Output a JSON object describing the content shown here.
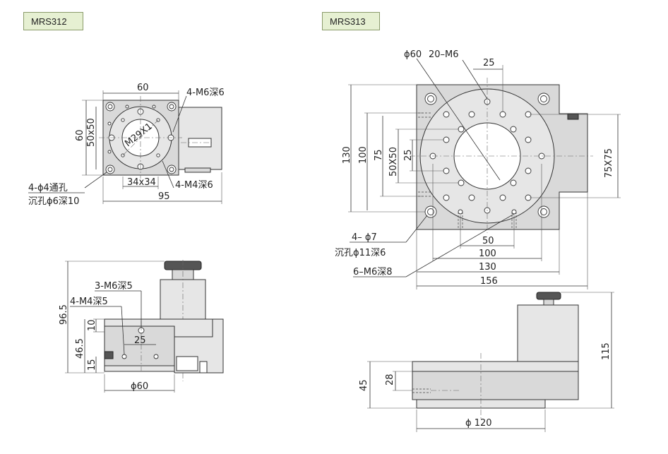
{
  "models": {
    "left": "MRS312",
    "right": "MRS313"
  },
  "mrs312": {
    "top": {
      "d_60_top": "60",
      "d_60_side": "60",
      "d_50x50": "50x50",
      "thread": "M29X1",
      "holes_m6": "4-M6深6",
      "holes_thru_1": "4-ϕ4通孔",
      "holes_thru_2": "沉孔ϕ6深10",
      "d_34x34": "34x34",
      "holes_m4": "4-M4深6",
      "d_95": "95"
    },
    "side": {
      "d_96_5": "96.5",
      "d_10": "10",
      "d_46_5": "46.5",
      "d_15": "15",
      "holes_m6": "3-M6深5",
      "holes_m4": "4-M4深5",
      "d_25": "25",
      "d_phi60": "ϕ60"
    }
  },
  "mrs313": {
    "top": {
      "phi60": "ϕ60",
      "holes_m6_20": "20–M6",
      "d_25_top": "25",
      "d_130": "130",
      "d_100": "100",
      "d_75": "75",
      "d_50x50": "50X50",
      "d_25_left": "25",
      "d_75x75": "75X75",
      "holes_phi7_1": "4– ϕ7",
      "holes_phi7_2": "沉孔ϕ11深6",
      "holes_m6_6": "6–M6深8",
      "d_50": "50",
      "d_100_b": "100",
      "d_130_b": "130",
      "d_156": "156"
    },
    "side": {
      "d_115": "115",
      "d_45": "45",
      "d_28": "28",
      "d_phi120": "ϕ 120"
    }
  },
  "colors": {
    "label_bg": "#e6f0d2",
    "label_border": "#8a9b6a",
    "body_fill": "#d9d9d9"
  }
}
